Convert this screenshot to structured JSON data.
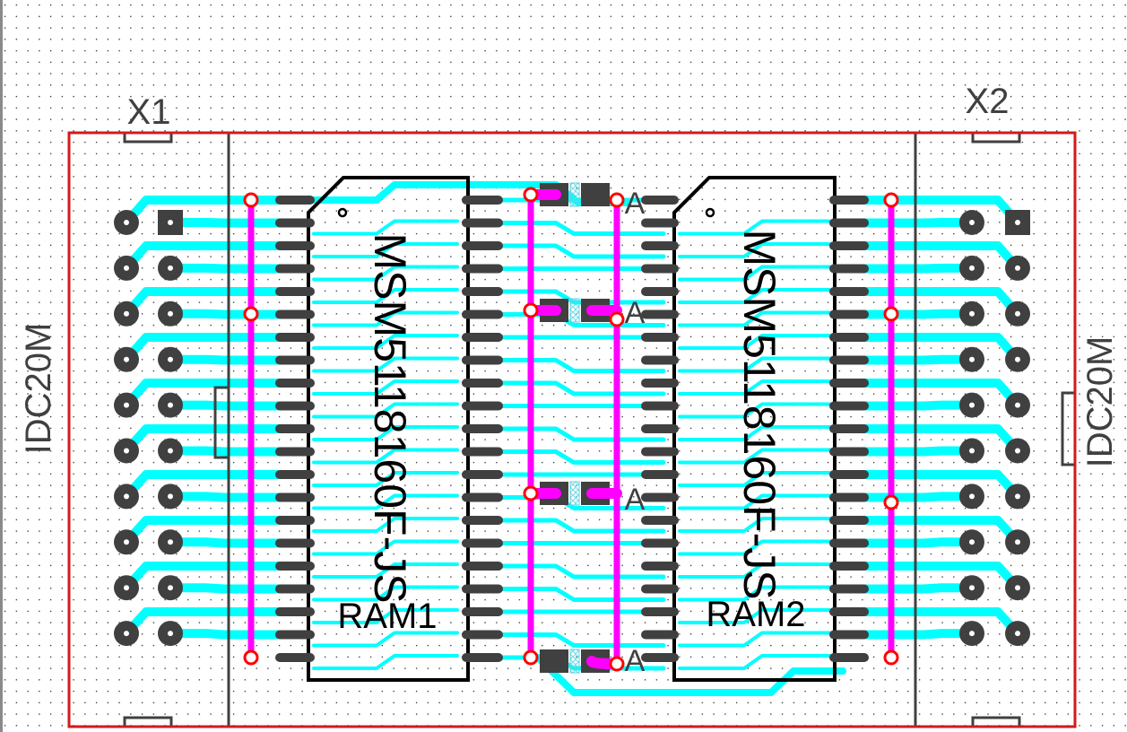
{
  "app": {
    "view": "PCB layout editor"
  },
  "colors": {
    "background": "#ffffff",
    "grid_dot": "#000000",
    "board_outline": "#d31a1a",
    "silkscreen_dark": "#404040",
    "chip_outline": "#000000",
    "top_trace": "#00ffff",
    "bottom_trace": "#ff00ff",
    "via_ring": "#ff0000",
    "pad": "#404040"
  },
  "components": {
    "x1": {
      "ref": "X1",
      "value": "IDC20M"
    },
    "x2": {
      "ref": "X2",
      "value": "IDC20M"
    },
    "ram1": {
      "ref": "RAM1",
      "value": "MSM5118160F-JS"
    },
    "ram2": {
      "ref": "RAM2",
      "value": "MSM5118160F-JS"
    },
    "caps": [
      {
        "label": "A"
      },
      {
        "label": "A"
      },
      {
        "label": "A"
      },
      {
        "label": "A"
      }
    ]
  },
  "header_pins_per_column": 10,
  "ram_pins_per_side": 21
}
